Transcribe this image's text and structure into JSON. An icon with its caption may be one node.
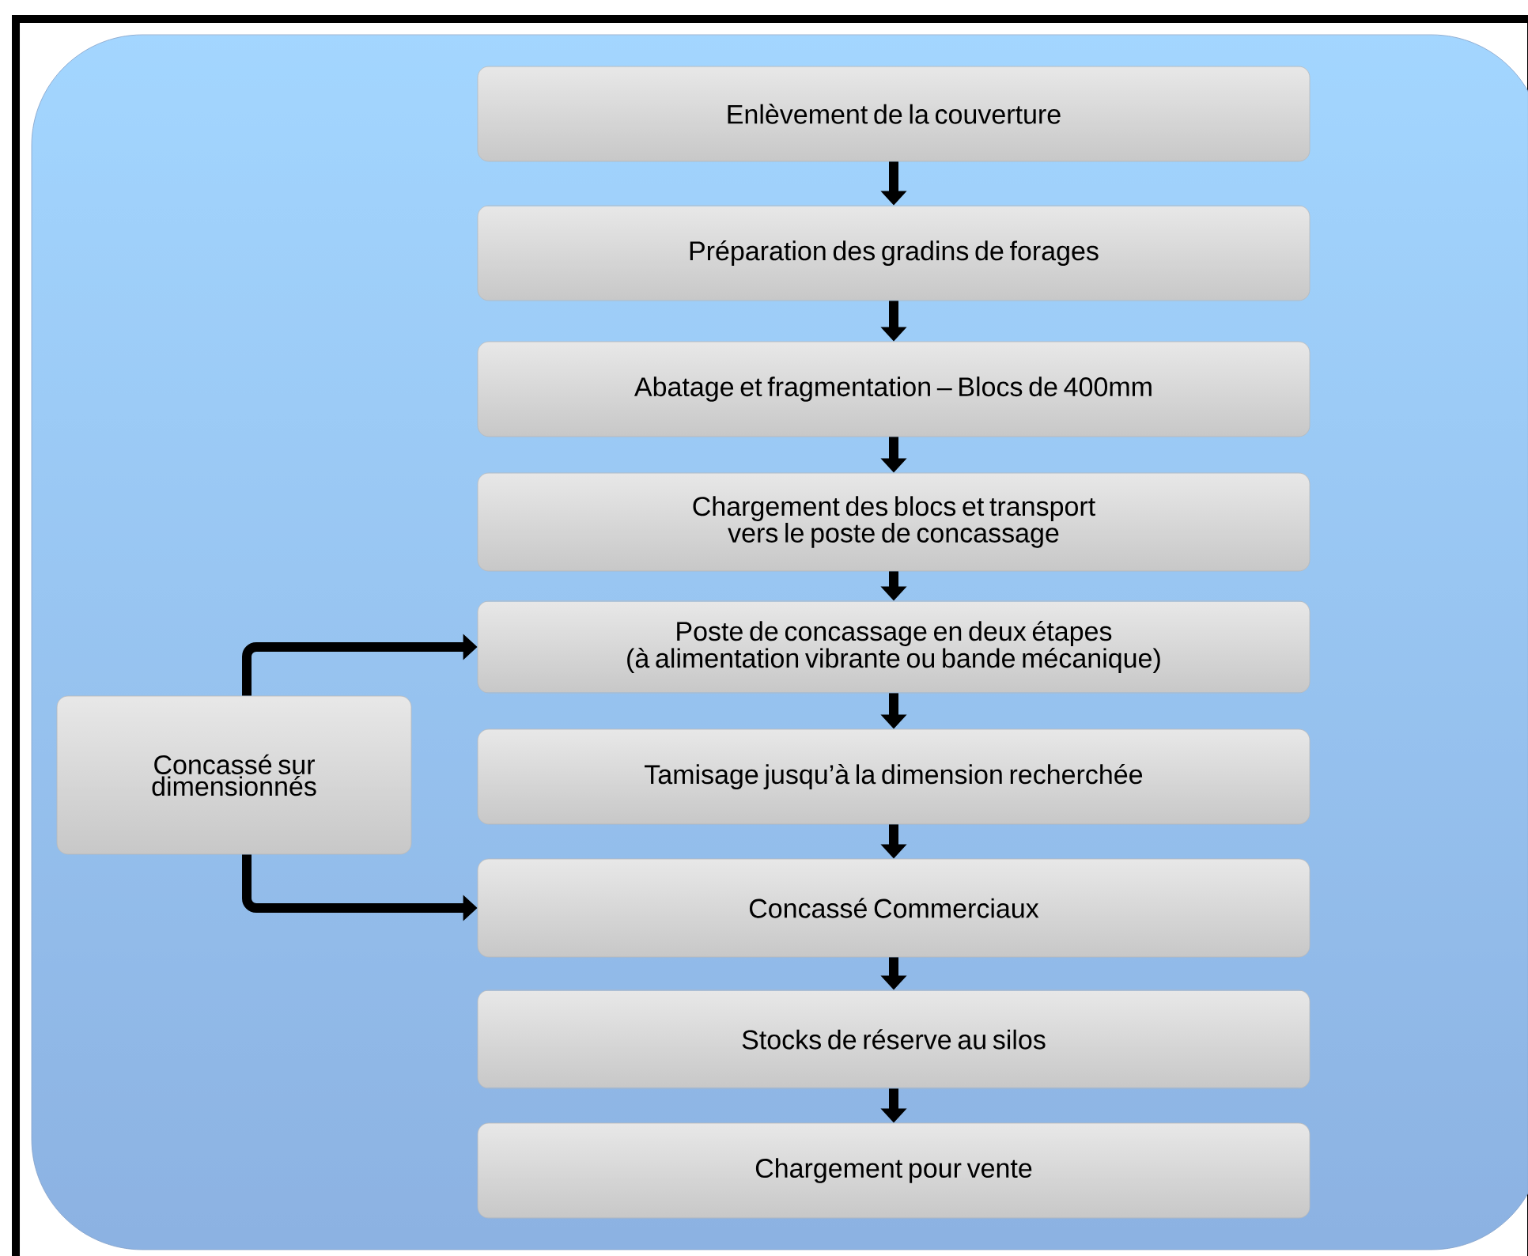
{
  "diagram": {
    "nodes": [
      {
        "text": [
          "Enlèvement de la couverture"
        ]
      },
      {
        "text": [
          "Préparation des gradins de forages"
        ]
      },
      {
        "text": [
          "Abatage et fragmentation – Blocs de 400mm"
        ]
      },
      {
        "text": [
          "Chargement des blocs et transport vers le poste de concassage"
        ]
      },
      {
        "text": [
          "Poste de concassage en deux étapes",
          "(à alimentation vibrante ou bande mécanique)"
        ]
      },
      {
        "text": [
          "Tamisage jusqu’à la dimension recherchée"
        ]
      },
      {
        "text": [
          "Concassé Commerciaux"
        ]
      },
      {
        "text": [
          "Stocks de réserve au silos"
        ]
      },
      {
        "text": [
          "Chargement pour vente"
        ]
      },
      {
        "text": [
          "Concassé sur dimensionnés"
        ]
      }
    ],
    "edges": [
      {
        "from": 0,
        "to": 1,
        "arrow": "to"
      },
      {
        "from": 1,
        "to": 2,
        "arrow": "to"
      },
      {
        "from": 2,
        "to": 3,
        "arrow": "to"
      },
      {
        "from": 3,
        "to": 4,
        "arrow": "to"
      },
      {
        "from": 4,
        "to": 5,
        "arrow": "to"
      },
      {
        "from": 5,
        "to": 6,
        "arrow": "to"
      },
      {
        "from": 6,
        "to": 7,
        "arrow": "to"
      },
      {
        "from": 7,
        "to": 8,
        "arrow": "to"
      },
      {
        "from": 9,
        "to": 4,
        "arrow": "to"
      },
      {
        "from": 9,
        "to": 6,
        "arrow": "to"
      }
    ]
  }
}
